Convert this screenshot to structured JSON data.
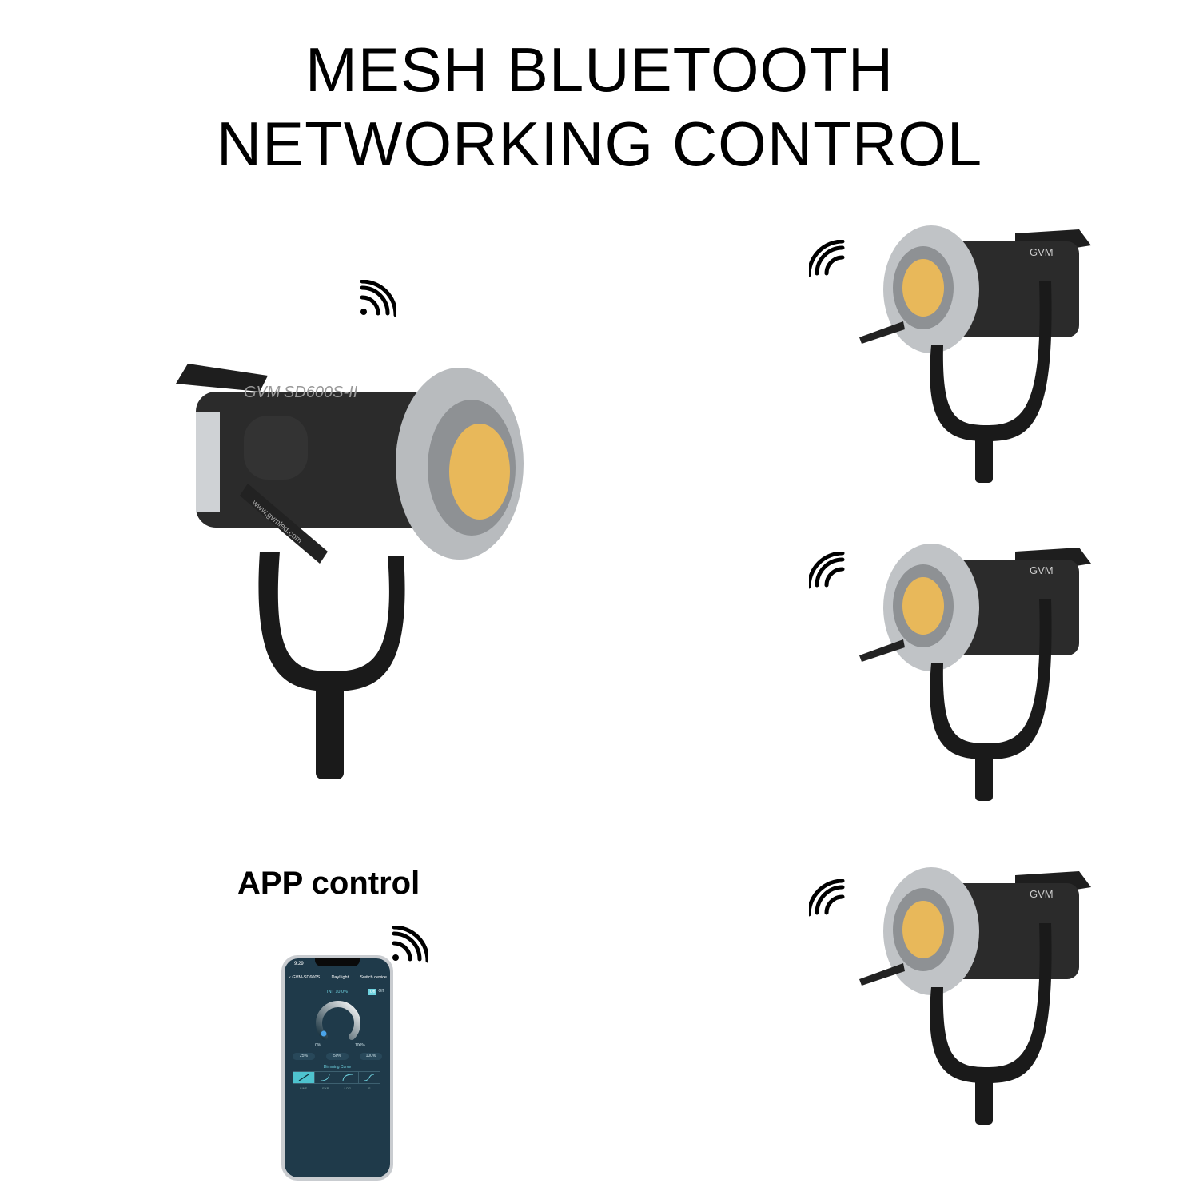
{
  "heading": {
    "line1": "MESH BLUETOOTH",
    "line2": "NETWORKING CONTROL"
  },
  "app_label": "APP control",
  "main_light": {
    "brand": "GVM",
    "model": "SD600S-II",
    "url": "www.gvmled.com"
  },
  "small_lights": [
    {
      "brand": "GVM"
    },
    {
      "brand": "GVM"
    },
    {
      "brand": "GVM"
    }
  ],
  "icons": {
    "signal": "wireless-signal-icon"
  },
  "colors": {
    "lens": "#e8b85a",
    "body": "#2a2a2a",
    "ring": "#b9bcbf",
    "app_bg": "#1f3a4a",
    "app_accent": "#6fd3e0"
  },
  "phone": {
    "time": "9:29",
    "device": "GVM-SD600S",
    "mode": "DayLight",
    "switch": "Switch device",
    "intensity_label": "INT 10.0%",
    "intensity": 10,
    "on": "On",
    "off": "Off",
    "min": "0%",
    "max": "100%",
    "presets": [
      "25%",
      "50%",
      "100%"
    ],
    "dimming_title": "Dimming Curve",
    "curves": [
      "LINE",
      "EXP",
      "LOG",
      "S"
    ],
    "selected_curve": "LINE"
  }
}
